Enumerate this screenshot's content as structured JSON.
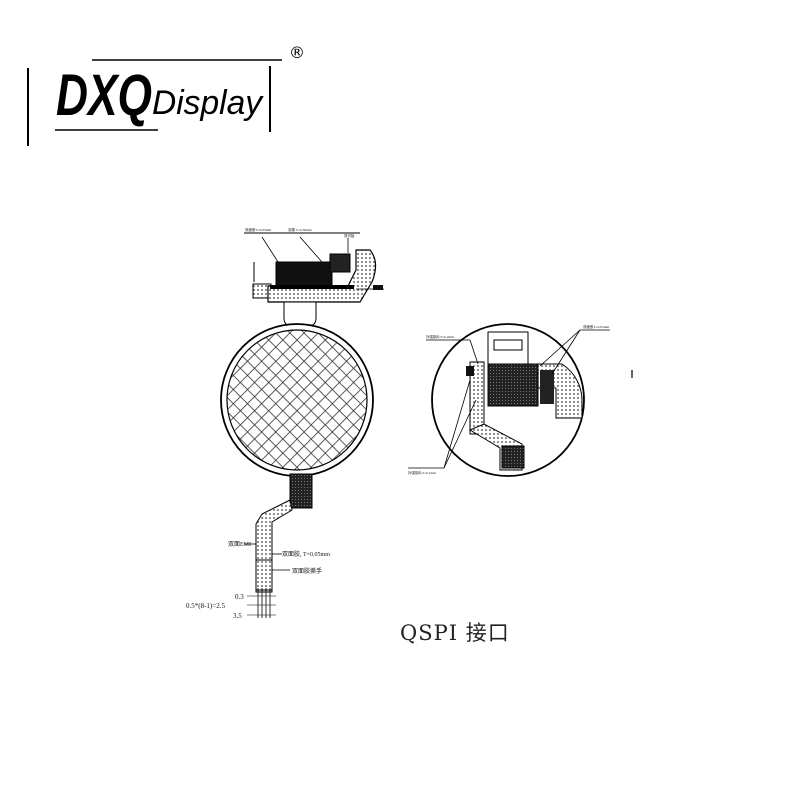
{
  "brand": {
    "name_bold": "DXQ",
    "name_light": "Display",
    "registered": "®"
  },
  "diagram": {
    "top_labels": [
      "双面胶T=0.05mm",
      "泡棉 T=0.30mm",
      "背光板",
      "FPC"
    ],
    "left_labels": {
      "emi": "双面EMI",
      "tape": "双面胶, T=0.05mm",
      "tape_tab": "双面胶撕手"
    },
    "dims": {
      "d1": "0.3",
      "d2": "0.5*(8-1)=2.5",
      "d3": "3.5"
    },
    "right_labels": {
      "top_a": "补强钢片T=0.2mm",
      "top_b": "双面胶T=0.05mm",
      "bottom": "补强钢片T=0.1mm"
    }
  },
  "caption": "QSPI 接口"
}
